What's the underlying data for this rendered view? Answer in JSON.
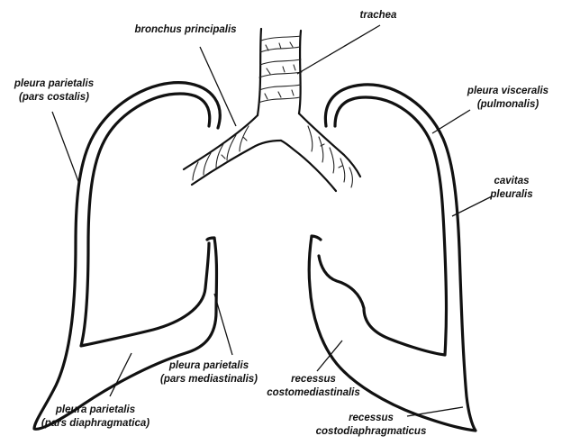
{
  "labels": {
    "trachea": "trachea",
    "bronchus": "bronchus principalis",
    "pleura_costalis_1": "pleura parietalis",
    "pleura_costalis_2": "(pars costalis)",
    "pleura_visceralis_1": "pleura visceralis",
    "pleura_visceralis_2": "(pulmonalis)",
    "cavitas_1": "cavitas",
    "cavitas_2": "pleuralis",
    "pleura_mediastinalis_1": "pleura parietalis",
    "pleura_mediastinalis_2": "(pars mediastinalis)",
    "pleura_diaphragmatica_1": "pleura parietalis",
    "pleura_diaphragmatica_2": "(pars diaphragmatica)",
    "recessus_costomed_1": "recessus",
    "recessus_costomed_2": "costomediastinalis",
    "recessus_costodiaph_1": "recessus",
    "recessus_costodiaph_2": "costodiaphragmaticus"
  }
}
